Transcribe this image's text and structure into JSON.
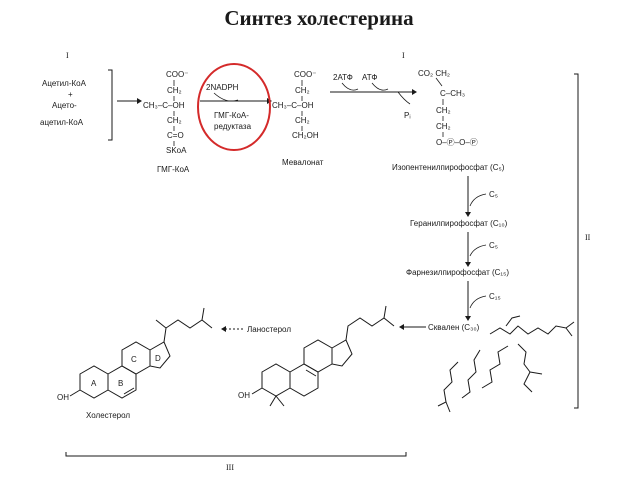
{
  "title": "Синтез холестерина",
  "stage1": {
    "reactant1": "Ацетил-КоА",
    "plus": "+",
    "reactant2_line1": "Ацето-",
    "reactant2_line2": "ацетил-КоА",
    "hmg": {
      "lines": [
        "COO⁻",
        "CH₂",
        "CH₃–C–OH",
        "CH₂",
        "C=O",
        "SKoA"
      ],
      "name": "ГМГ-КоА"
    },
    "cofactor": "2NADPH",
    "enzyme_line1": "ГМГ-КоА-",
    "enzyme_line2": "редуктаза",
    "mevalonate": {
      "lines": [
        "COO⁻",
        "CH₂",
        "CH₃–C–OH",
        "CH₂",
        "CH₂OH"
      ],
      "name": "Мевалонат"
    },
    "atp": "2АТФ",
    "atp2": "АТФ",
    "pi": "Pᵢ",
    "ipp": {
      "line1": "CO₂ CH₂",
      "line2": "C–CH₃",
      "line3": "CH₂",
      "line4": "CH₂",
      "line5": "O–Ⓟ–O–Ⓟ"
    }
  },
  "stage2": {
    "ipp_name": "Изопентенилпирофосфат (C₅)",
    "c5_a": "C₅",
    "geranyl": "Геранилпирофосфат (C₁₀)",
    "c5_b": "C₅",
    "farnesyl": "Фарнезилпирофосфат (C₁₅)",
    "c15": "C₁₅",
    "squalene": "Сквален (C₃₀)"
  },
  "stage3": {
    "lanosterol": "Ланостерол",
    "cholesterol": "Холестерол",
    "oh1": "OH",
    "oh2": "OH",
    "rings": [
      "A",
      "B",
      "C",
      "D"
    ]
  },
  "roman": {
    "i_top1": "I",
    "i_top2": "I",
    "ii": "II",
    "iii": "III"
  },
  "colors": {
    "highlight_circle": "#d42a2a",
    "ink": "#1a1a1a"
  }
}
